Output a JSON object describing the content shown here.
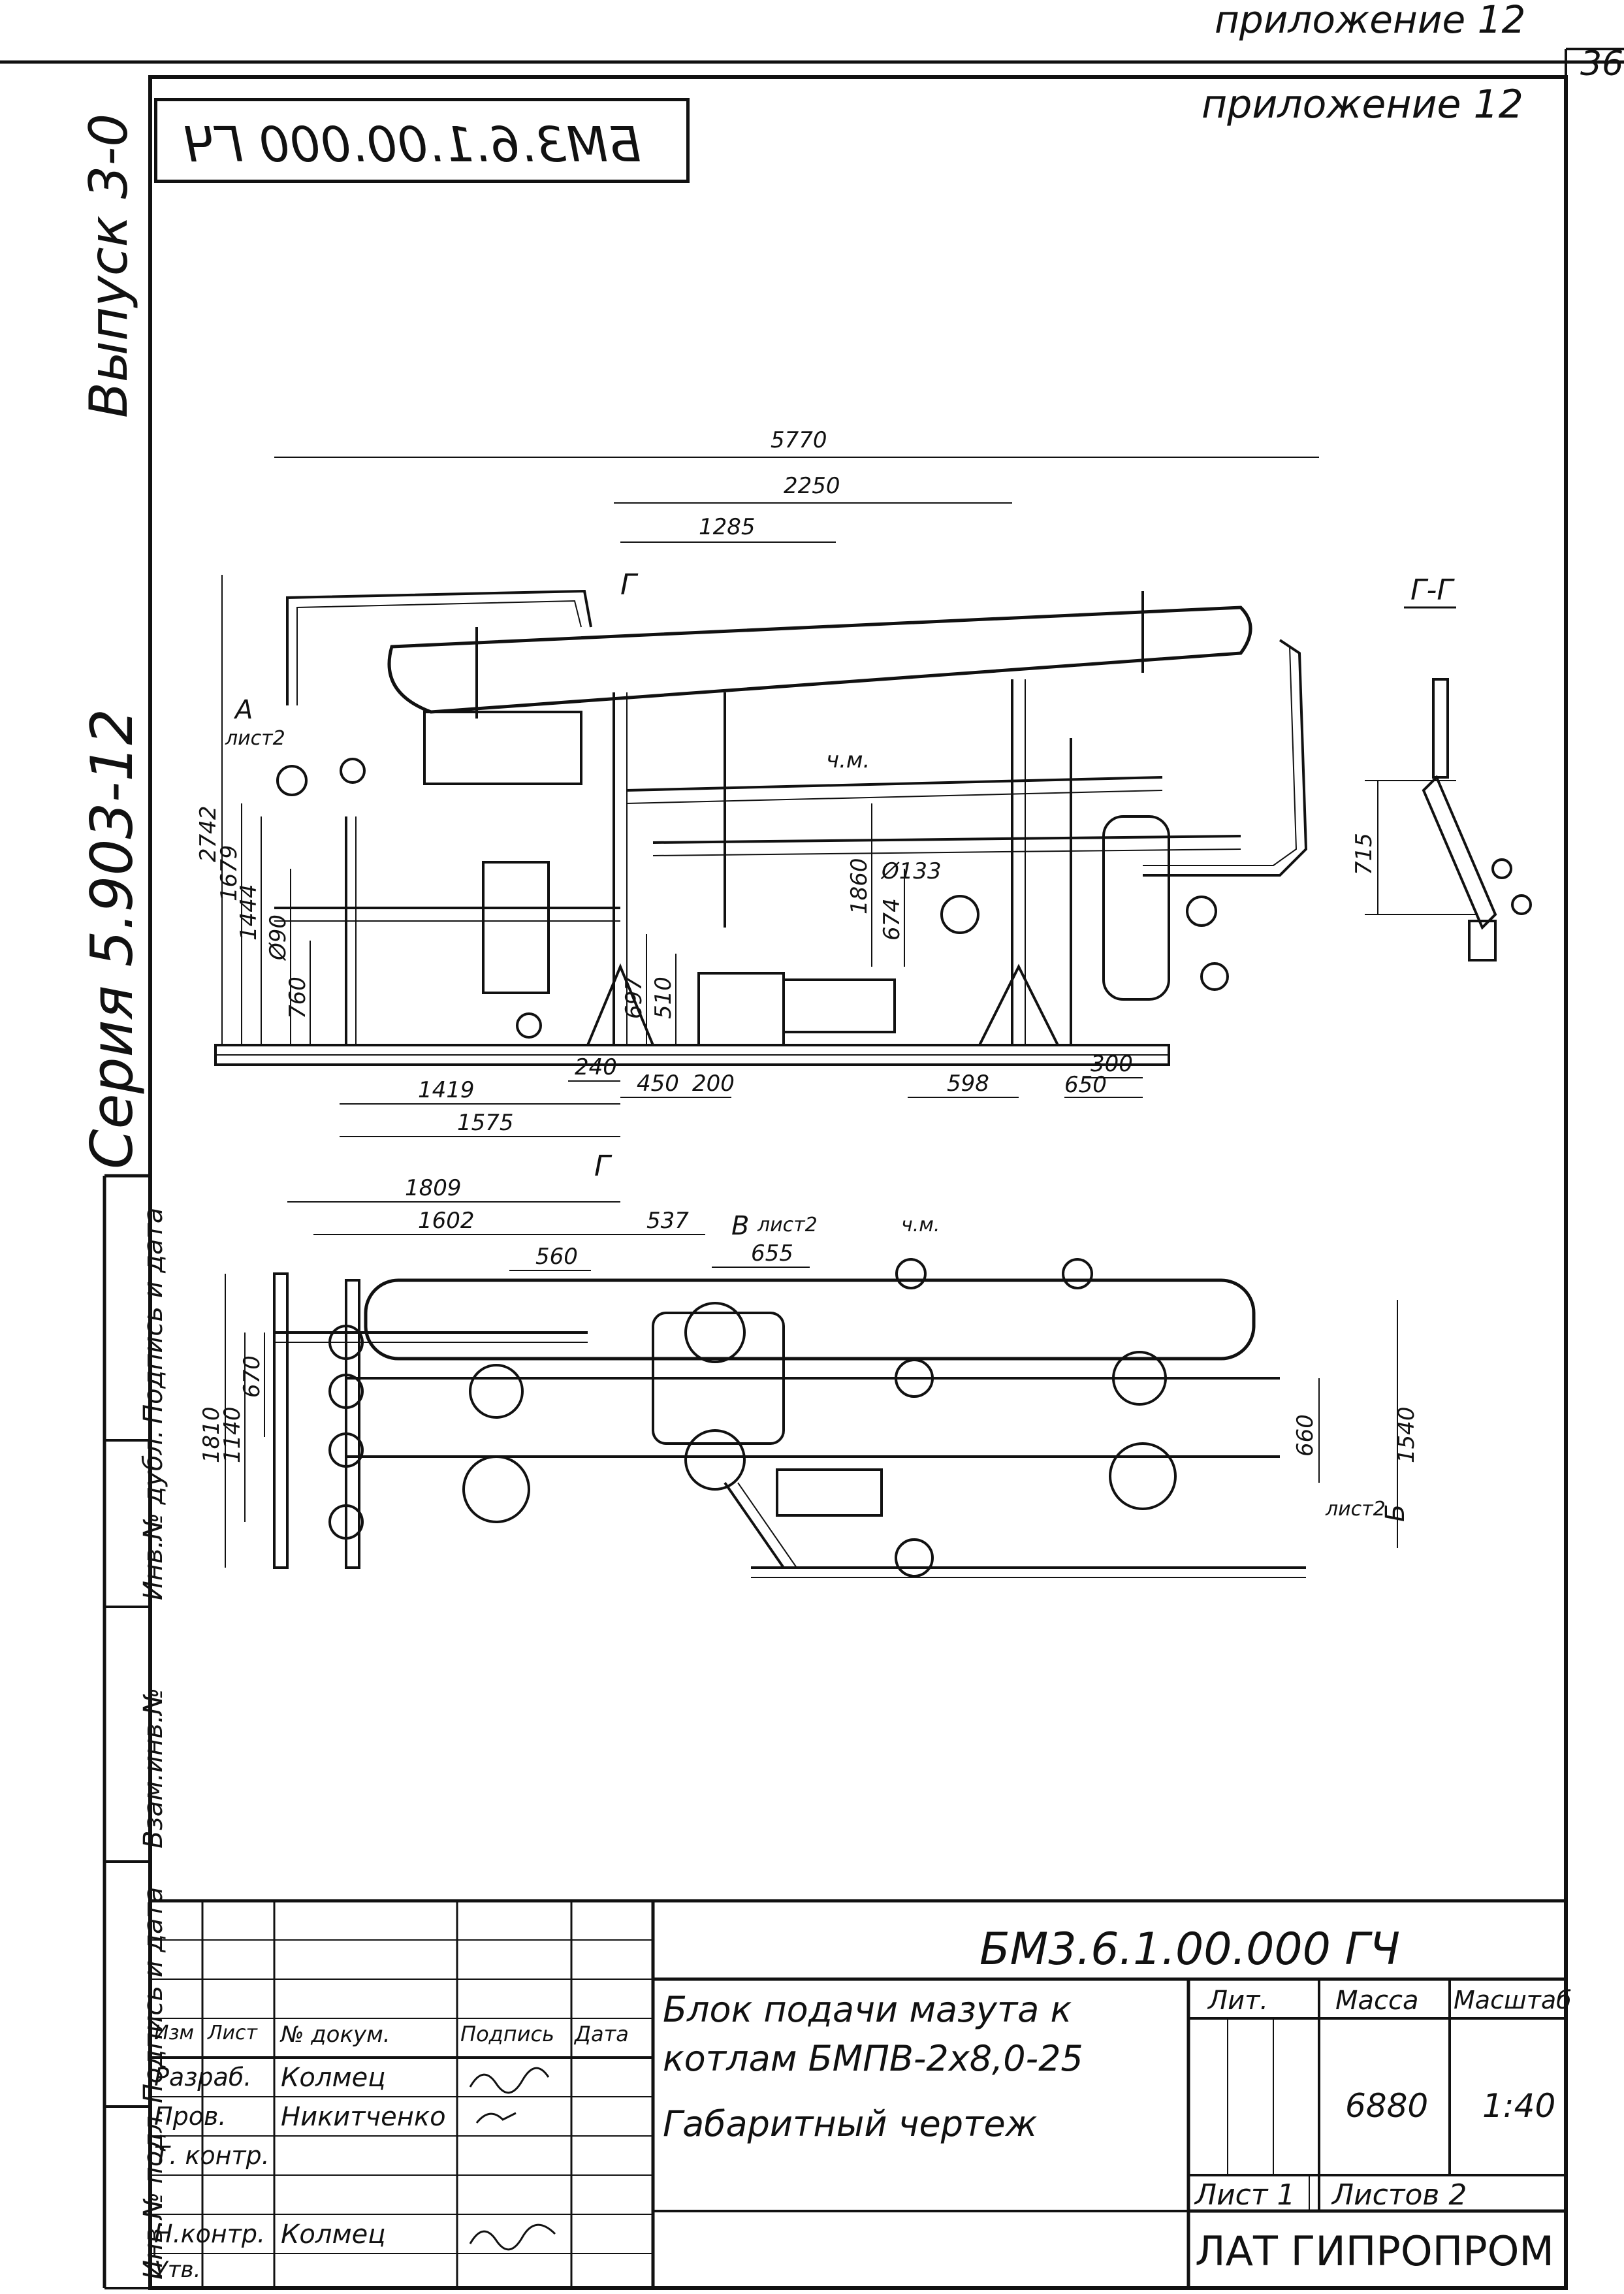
{
  "header": {
    "top_note": "приложение 12",
    "page_number": "36",
    "appendix": "приложение 12",
    "doc_code_mirrored": "БМ3.6.1.00.000 ГЧ"
  },
  "margin": {
    "issue": "Выпуск 3-0",
    "series": "Серия 5.903-12",
    "fields": [
      "Инв.№ подл.",
      "Подпись и дата",
      "Взам.инв.№",
      "Инв.№ дубл.",
      "Подпись и дата"
    ]
  },
  "drawing": {
    "section_label": "Г-Г",
    "section_mark": "Г",
    "view_a": "А",
    "view_a_sheet": "лист2",
    "view_b": "Б",
    "view_b_sheet": "лист2",
    "view_v": "В",
    "view_v_sheet": "лист2",
    "cm": "ч.м.",
    "dims_front": [
      "5770",
      "2250",
      "1285",
      "2742",
      "1679",
      "1444",
      "Ø90",
      "760",
      "1860",
      "Ø133",
      "674",
      "697",
      "510",
      "240",
      "450",
      "200",
      "1419",
      "1575",
      "598",
      "650",
      "300"
    ],
    "dims_plan": [
      "1809",
      "1602",
      "560",
      "537",
      "655",
      "1810",
      "1140",
      "670",
      "1540",
      "660"
    ],
    "dim_section": "715"
  },
  "title_block": {
    "code": "БМ3.6.1.00.000 ГЧ",
    "name_line1": "Блок подачи мазута к",
    "name_line2": "котлам БМПВ-2х8,0-25",
    "name_line3": "Габаритный чертеж",
    "headers": [
      "Изм",
      "Лист",
      "№ докум.",
      "Подпись",
      "Дата"
    ],
    "roles": [
      "Разраб.",
      "Пров.",
      "Т. контр.",
      "Н.контр.",
      "Утв."
    ],
    "names": [
      "Колмец",
      "Никитченко",
      "",
      "Колмец",
      ""
    ],
    "lit_label": "Лит.",
    "mass_label": "Масса",
    "scale_label": "Масштаб",
    "mass": "6880",
    "scale": "1:40",
    "sheet": "Лист 1",
    "sheets": "Листов 2",
    "org": "ЛАТ ГИПРОПРОМ"
  }
}
